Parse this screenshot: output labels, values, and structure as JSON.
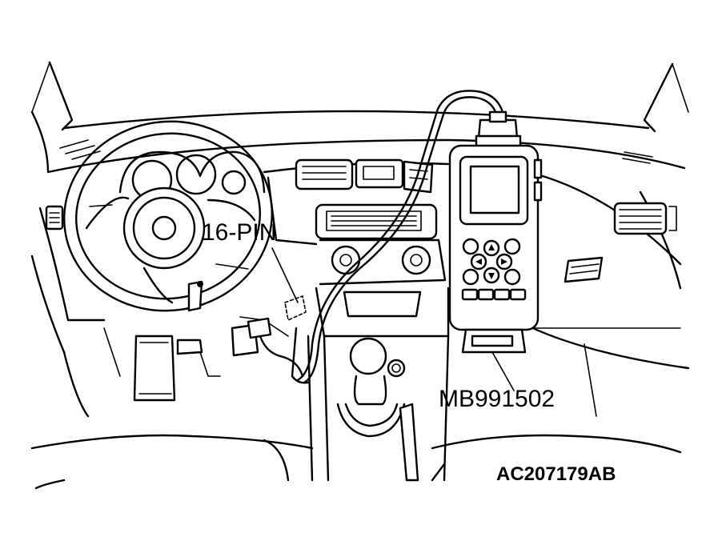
{
  "labels": {
    "connector": "16-PIN",
    "tool": "MB991502",
    "figure_code": "AC207179AB"
  },
  "colors": {
    "line": "#000000",
    "background": "#ffffff"
  }
}
